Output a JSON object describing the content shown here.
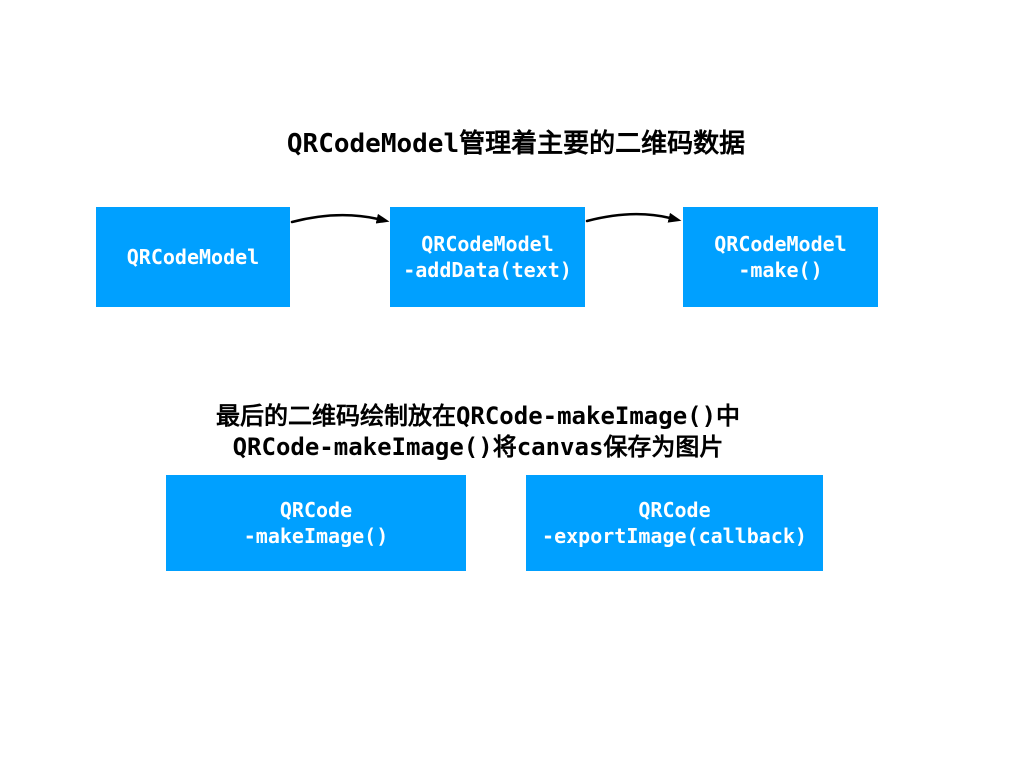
{
  "colors": {
    "box_fill": "#00A0FF",
    "box_text": "#FFFFFF",
    "title_text": "#000000",
    "arrow": "#000000",
    "page_bg": "#FFFFFF"
  },
  "section1": {
    "title": "QRCodeModel管理着主要的二维码数据",
    "boxes": [
      {
        "lines": [
          "QRCodeModel"
        ]
      },
      {
        "lines": [
          "QRCodeModel",
          "-addData(text)"
        ]
      },
      {
        "lines": [
          "QRCodeModel",
          "-make()"
        ]
      }
    ],
    "arrows": [
      {
        "from": "QRCodeModel",
        "to": "QRCodeModel -addData(text)"
      },
      {
        "from": "QRCodeModel -addData(text)",
        "to": "QRCodeModel -make()"
      }
    ]
  },
  "section2": {
    "title_lines": [
      "最后的二维码绘制放在QRCode-makeImage()中",
      "QRCode-makeImage()将canvas保存为图片"
    ],
    "boxes": [
      {
        "lines": [
          "QRCode",
          "-makeImage()"
        ]
      },
      {
        "lines": [
          "QRCode",
          "-exportImage(callback)"
        ]
      }
    ]
  }
}
